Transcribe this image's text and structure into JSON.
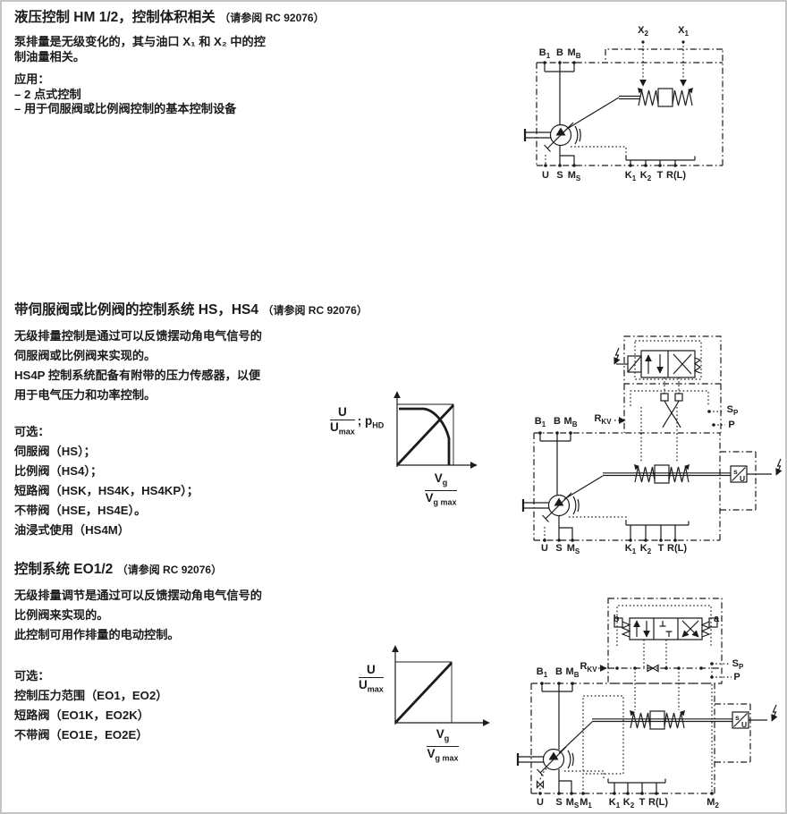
{
  "page": {
    "bg": "#ffffff",
    "ink": "#1b1b1b",
    "border": "#c4c4c4"
  },
  "sections": {
    "hm": {
      "title": "液压控制 HM 1/2，控制体积相关",
      "ref": "（请参阅 RC 92076）",
      "body_lines": [
        "泵排量是无级变化的，其与油口 X₁ 和 X₂ 中的控",
        "制油量相关。"
      ],
      "app_label": "应用：",
      "bullets": [
        "– 2 点式控制",
        "– 用于伺服阀或比例阀控制的基本控制设备"
      ]
    },
    "hs": {
      "title": "带伺服阀或比例阀的控制系统 HS，HS4",
      "ref": "（请参阅 RC 92076）",
      "body_lines": [
        "无级排量控制是通过可以反馈摆动角电气信号的",
        "伺服阀或比例阀来实现的。",
        "HS4P 控制系统配备有附带的压力传感器，以便",
        "用于电气压力和功率控制。"
      ],
      "options_label": "可选：",
      "options": [
        "伺服阀（HS）；",
        "比例阀（HS4）；",
        "短路阀（HSK，HS4K，HS4KP）；",
        "不带阀（HSE，HS4E）。",
        "油浸式使用（HS4M）"
      ]
    },
    "eo": {
      "title": "控制系统 EO1/2",
      "ref": "（请参阅 RC 92076）",
      "body_lines": [
        "无级排量调节是通过可以反馈摆动角电气信号的",
        "比例阀来实现的。",
        "此控制可用作排量的电动控制。"
      ],
      "options_label": "可选：",
      "options": [
        "控制压力范围（EO1，EO2）",
        "短路阀（EO1K，EO2K）",
        "不带阀（EO1E，EO2E）"
      ]
    }
  },
  "graphs": {
    "hs": {
      "y_num": "U",
      "y_den": "U",
      "y_den_sub": "max",
      "y_extra": "; p",
      "y_extra_sub": "HD",
      "x_num": "V",
      "x_num_sub": "g",
      "x_den": "V",
      "x_den_sub": "g max",
      "curves": [
        "linear command characteristic U/Umax",
        "pressure-power limit curve pHD"
      ]
    },
    "eo": {
      "y_num": "U",
      "y_den": "U",
      "y_den_sub": "max",
      "x_num": "V",
      "x_num_sub": "g",
      "x_den": "V",
      "x_den_sub": "g max",
      "curves": [
        "linear command characteristic U/Umax"
      ]
    }
  },
  "diagram_labels": {
    "hm": {
      "x2": {
        "t": "X",
        "s": "2"
      },
      "x1": {
        "t": "X",
        "s": "1"
      },
      "b1": {
        "t": "B",
        "s": "1"
      },
      "b": {
        "t": "B"
      },
      "mb": {
        "t": "M",
        "s": "B"
      },
      "u": {
        "t": "U"
      },
      "s": {
        "t": "S"
      },
      "ms": {
        "t": "M",
        "s": "S"
      },
      "k1": {
        "t": "K",
        "s": "1"
      },
      "k2": {
        "t": "K",
        "s": "2"
      },
      "t": {
        "t": "T"
      },
      "rl": {
        "t": "R(L)"
      }
    },
    "hs": {
      "rkv": {
        "t": "R",
        "s": "KV"
      },
      "sp": {
        "t": "S",
        "s": "P"
      },
      "p": {
        "t": "P"
      },
      "b1": {
        "t": "B",
        "s": "1"
      },
      "b": {
        "t": "B"
      },
      "mb": {
        "t": "M",
        "s": "B"
      },
      "u": {
        "t": "U"
      },
      "s": {
        "t": "S"
      },
      "ms": {
        "t": "M",
        "s": "S"
      },
      "k1": {
        "t": "K",
        "s": "1"
      },
      "k2": {
        "t": "K",
        "s": "2"
      },
      "t": {
        "t": "T"
      },
      "rl": {
        "t": "R(L)"
      },
      "sensor_s": "s",
      "sensor_u": "U"
    },
    "eo": {
      "valve_b": "b",
      "valve_a": "a",
      "rkv": {
        "t": "R",
        "s": "KV"
      },
      "sp": {
        "t": "S",
        "s": "P"
      },
      "p": {
        "t": "P"
      },
      "b1": {
        "t": "B",
        "s": "1"
      },
      "b": {
        "t": "B"
      },
      "mb": {
        "t": "M",
        "s": "B"
      },
      "u": {
        "t": "U"
      },
      "s": {
        "t": "S"
      },
      "ms": {
        "t": "M",
        "s": "S"
      },
      "m1": {
        "t": "M",
        "s": "1"
      },
      "k1": {
        "t": "K",
        "s": "1"
      },
      "k2": {
        "t": "K",
        "s": "2"
      },
      "t": {
        "t": "T"
      },
      "rl": {
        "t": "R(L)"
      },
      "m2": {
        "t": "M",
        "s": "2"
      },
      "sensor_s": "s",
      "sensor_u": "U"
    }
  }
}
